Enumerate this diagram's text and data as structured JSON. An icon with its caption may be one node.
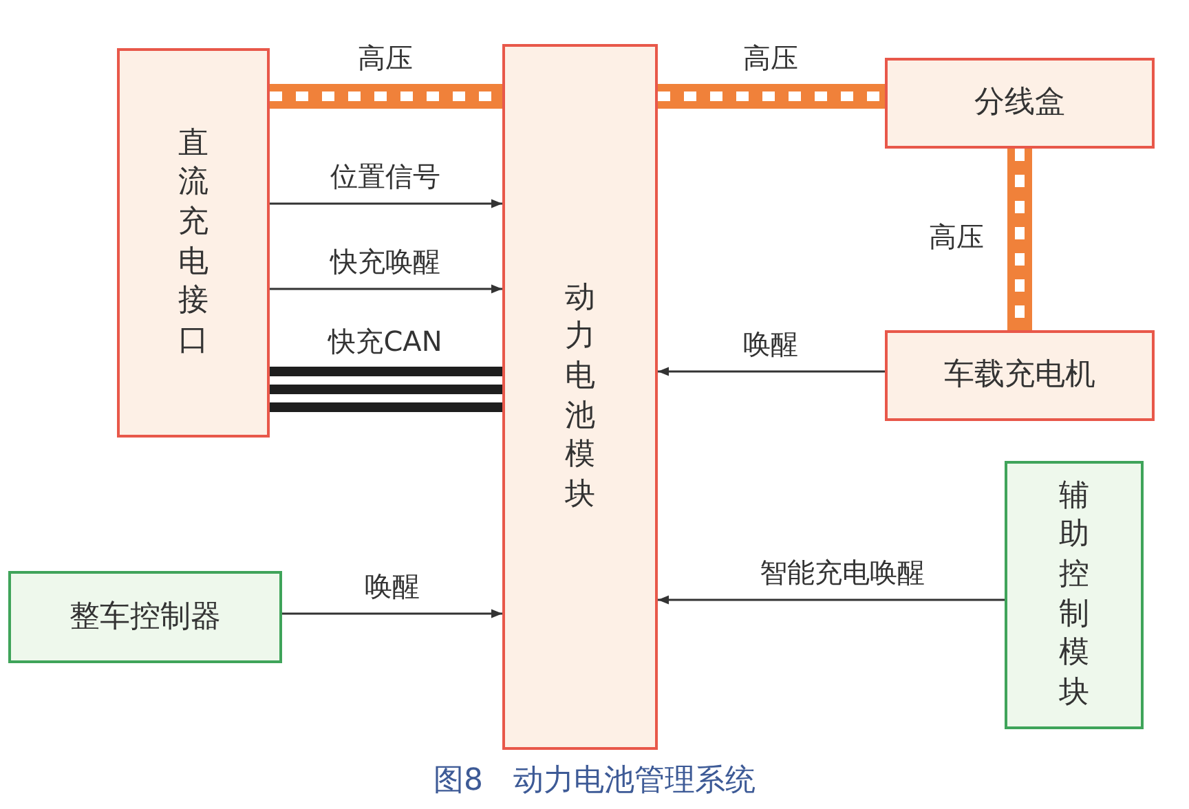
{
  "diagram": {
    "caption": "图8　动力电池管理系统",
    "nodes": [
      {
        "text": [
          "直流充电接口"
        ]
      },
      {
        "text": [
          "动力电池模块"
        ]
      },
      {
        "text": [
          "分线盒"
        ]
      },
      {
        "text": [
          "车载充电机"
        ]
      },
      {
        "text": [
          "整车控制器"
        ]
      },
      {
        "text": [
          "辅助控制模块"
        ]
      }
    ],
    "edges": [
      {
        "from": 0,
        "to": 1,
        "arrow": "none",
        "label": "高压",
        "style": "thick",
        "color": "#f0813a"
      },
      {
        "from": 1,
        "to": 2,
        "arrow": "none",
        "label": "高压",
        "style": "thick",
        "color": "#f0813a"
      },
      {
        "from": 2,
        "to": 3,
        "arrow": "none",
        "label": "高压",
        "style": "thick",
        "color": "#f0813a"
      },
      {
        "from": 0,
        "to": 1,
        "arrow": "to",
        "label": "位置信号"
      },
      {
        "from": 0,
        "to": 1,
        "arrow": "to",
        "label": "快充唤醒"
      },
      {
        "from": 0,
        "to": 1,
        "arrow": "none",
        "label": "快充CAN",
        "style": "thick",
        "color": "#1e1e1e"
      },
      {
        "from": 3,
        "to": 1,
        "arrow": "to",
        "label": "唤醒"
      },
      {
        "from": 4,
        "to": 1,
        "arrow": "to",
        "label": "唤醒"
      },
      {
        "from": 5,
        "to": 1,
        "arrow": "to",
        "label": "智能充电唤醒"
      }
    ]
  }
}
